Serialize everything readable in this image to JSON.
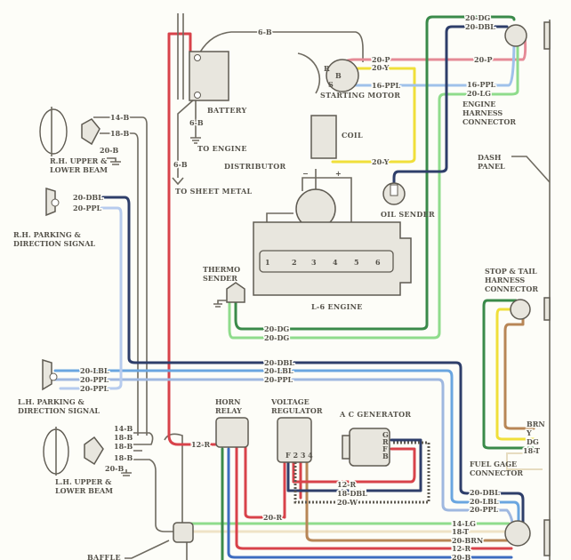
{
  "colors": {
    "red": "#d8424a",
    "pink": "#e58a96",
    "yellow": "#f0df3a",
    "light_blue": "#9fc1ea",
    "dark_blue": "#2e3e6a",
    "blue": "#3d6cc0",
    "dark_green": "#3a8a4a",
    "light_green": "#8fdc8c",
    "brown": "#b88656",
    "tan": "#efe3c6",
    "gray": "#6e6a60",
    "paper": "#fdfdf8"
  },
  "components": {
    "battery": "BATTERY",
    "to_engine": "TO ENGINE",
    "to_sheet_metal": "TO SHEET METAL",
    "starting_motor": "STARTING MOTOR",
    "starter_terminals": [
      "R",
      "B",
      "S"
    ],
    "coil": "COIL",
    "coil_minus": "−",
    "coil_plus": "+",
    "distributor": "DISTRIBUTOR",
    "oil_sender": "OIL SENDER",
    "engine_harness_connector": "ENGINE HARNESS CONNECTOR",
    "dash_panel": "DASH PANEL",
    "thermo_sender": "THERMO SENDER",
    "engine": "L-6 ENGINE",
    "cylinders": [
      "1",
      "2",
      "3",
      "4",
      "5",
      "6"
    ],
    "rh_beam": "R.H. UPPER & LOWER BEAM",
    "rh_parking": "R.H. PARKING & DIRECTION SIGNAL",
    "lh_parking": "L.H. PARKING & DIRECTION SIGNAL",
    "lh_beam": "L.H. UPPER & LOWER BEAM",
    "horn_relay": "HORN RELAY",
    "voltage_regulator": "VOLTAGE REGULATOR",
    "regulator_terminals": "F 2 3 4",
    "ac_generator": "A C GENERATOR",
    "generator_terminals": [
      "G",
      "R",
      "F",
      "B"
    ],
    "stop_tail_connector": "STOP & TAIL HARNESS CONNECTOR",
    "fuel_gage_connector": "FUEL GAGE CONNECTOR",
    "baffle": "BAFFLE"
  },
  "wire_labels": {
    "batt_6b_top": "6-B",
    "batt_6b_engine": "6-B",
    "batt_6b_sheet": "6-B",
    "starter_20p": "20-P",
    "starter_20y": "20-Y",
    "starter_16ppl": "16-PPL",
    "conn_20dg": "20-DG",
    "conn_20dbl": "20-DBL",
    "conn_20p": "20-P",
    "conn_16ppl": "16-PPL",
    "conn_20lg": "20-LG",
    "coil_20y": "20-Y",
    "rh_14b": "14-B",
    "rh_18b": "18-B",
    "rh_20b": "20-B",
    "rh_20dbl": "20-DBL",
    "rh_20ppl": "20-PPL",
    "thermo_20dg": "20-DG",
    "thermo_20dg2": "20-DG",
    "mid_20dbl": "20-DBL",
    "mid_20lbl": "20-LBL",
    "mid_20ppl": "20-PPL",
    "lh_20lbl": "20-LBL",
    "lh_20ppl": "20-PPL",
    "lh_20ppl2": "20-PPL",
    "lh_14b": "14-B",
    "lh_18b": "18-B",
    "lh_18b2": "18-B",
    "lh_18b3": "18-B",
    "lh_20b": "20-B",
    "horn_12r": "12-R",
    "gen_12r": "12-R",
    "gen_18dbl": "18-DBL",
    "gen_20w": "20-W",
    "reg_20r": "20-R",
    "st_brn": "BRN",
    "st_y": "Y",
    "st_dg": "DG",
    "st_18t": "18-T",
    "fg_20dbl": "20-DBL",
    "fg_20lbl": "20-LBL",
    "fg_20ppl": "20-PPL",
    "bot_14lg": "14-LG",
    "bot_18t": "18-T",
    "bot_20brn": "20-BRN",
    "bot_12r": "12-R",
    "bot_20b": "20-B"
  }
}
